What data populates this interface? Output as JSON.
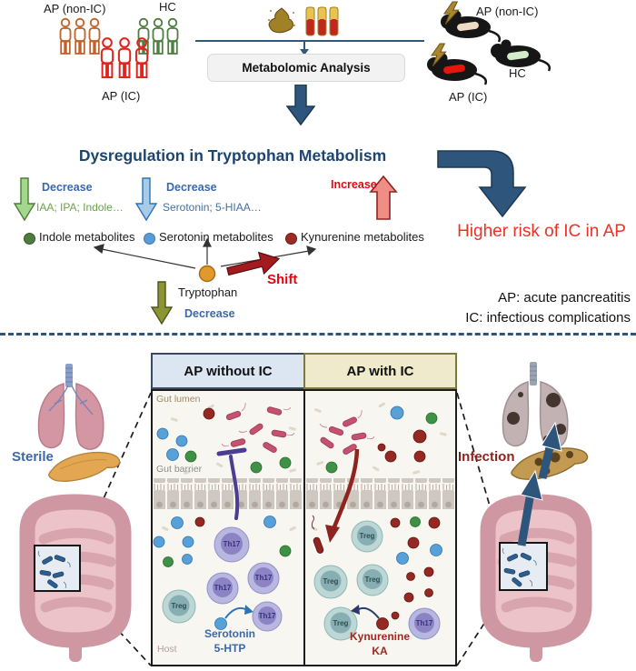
{
  "top": {
    "human_ap_non_ic": "AP (non-IC)",
    "human_hc": "HC",
    "human_ap_ic": "AP (IC)",
    "analysis_label": "Metabolomic Analysis",
    "mouse_ap_non_ic": "AP (non-IC)",
    "mouse_hc": "HC",
    "mouse_ap_ic": "AP (IC)"
  },
  "middle": {
    "title": "Dysregulation in Tryptophan Metabolism",
    "indole_change": "Decrease",
    "indole_examples": "IAA; IPA; Indole…",
    "serotonin_change": "Decrease",
    "serotonin_examples": "Serotonin; 5-HIAA…",
    "kynurenine_change": "Increase",
    "legend": [
      {
        "label": "Indole metabolites",
        "color": "#4e7c3f"
      },
      {
        "label": "Serotonin metabolites",
        "color": "#5b9bd5"
      },
      {
        "label": "Kynurenine metabolites",
        "color": "#9c2b23"
      }
    ],
    "tryptophan_label": "Tryptophan",
    "tryptophan_change": "Decrease",
    "shift_label": "Shift",
    "outcome": "Higher risk of IC in AP",
    "abbrev_ap": "AP: acute pancreatitis",
    "abbrev_ic": "IC: infectious complications"
  },
  "bottom": {
    "left_header": "AP without IC",
    "right_header": "AP with IC",
    "gut_lumen": "Gut lumen",
    "gut_barrier": "Gut barrier",
    "host": "Host",
    "sterile": "Sterile",
    "infection": "Infection",
    "serotonin_line1": "Serotonin",
    "serotonin_line2": "5-HTP",
    "kynurenine_line1": "Kynurenine",
    "kynurenine_line2": "KA",
    "th17": "Th17",
    "treg": "Treg"
  },
  "icons": {
    "stool": "stool-sample-icon",
    "blood": "blood-tubes-icon",
    "lightning": "lightning-bolt-icon",
    "mouse": "mouse-icon",
    "person": "person-icon",
    "lungs_healthy": "healthy-lungs-icon",
    "lungs_infected": "infected-lungs-icon",
    "pancreas": "pancreas-icon",
    "pancreas_necrotic": "necrotic-pancreas-icon",
    "intestine": "intestine-icon",
    "bacteria": "bacteria-icon"
  },
  "colors": {
    "navy_arrow": "#2e567c",
    "title_blue": "#1e456e",
    "decrease_blue": "#3a68ab",
    "increase_red": "#e30613",
    "indole_green": "#4e7c3f",
    "serotonin_blue": "#5b9bd5",
    "kynurenine_red": "#9c2b23",
    "tryptophan_orange": "#e09a2c",
    "shift_red": "#a31a1f",
    "outcome_red": "#ee3124",
    "header_left_bg": "#dce6f2",
    "header_right_bg": "#efeacb",
    "panel_bg": "#f8f6f0"
  }
}
